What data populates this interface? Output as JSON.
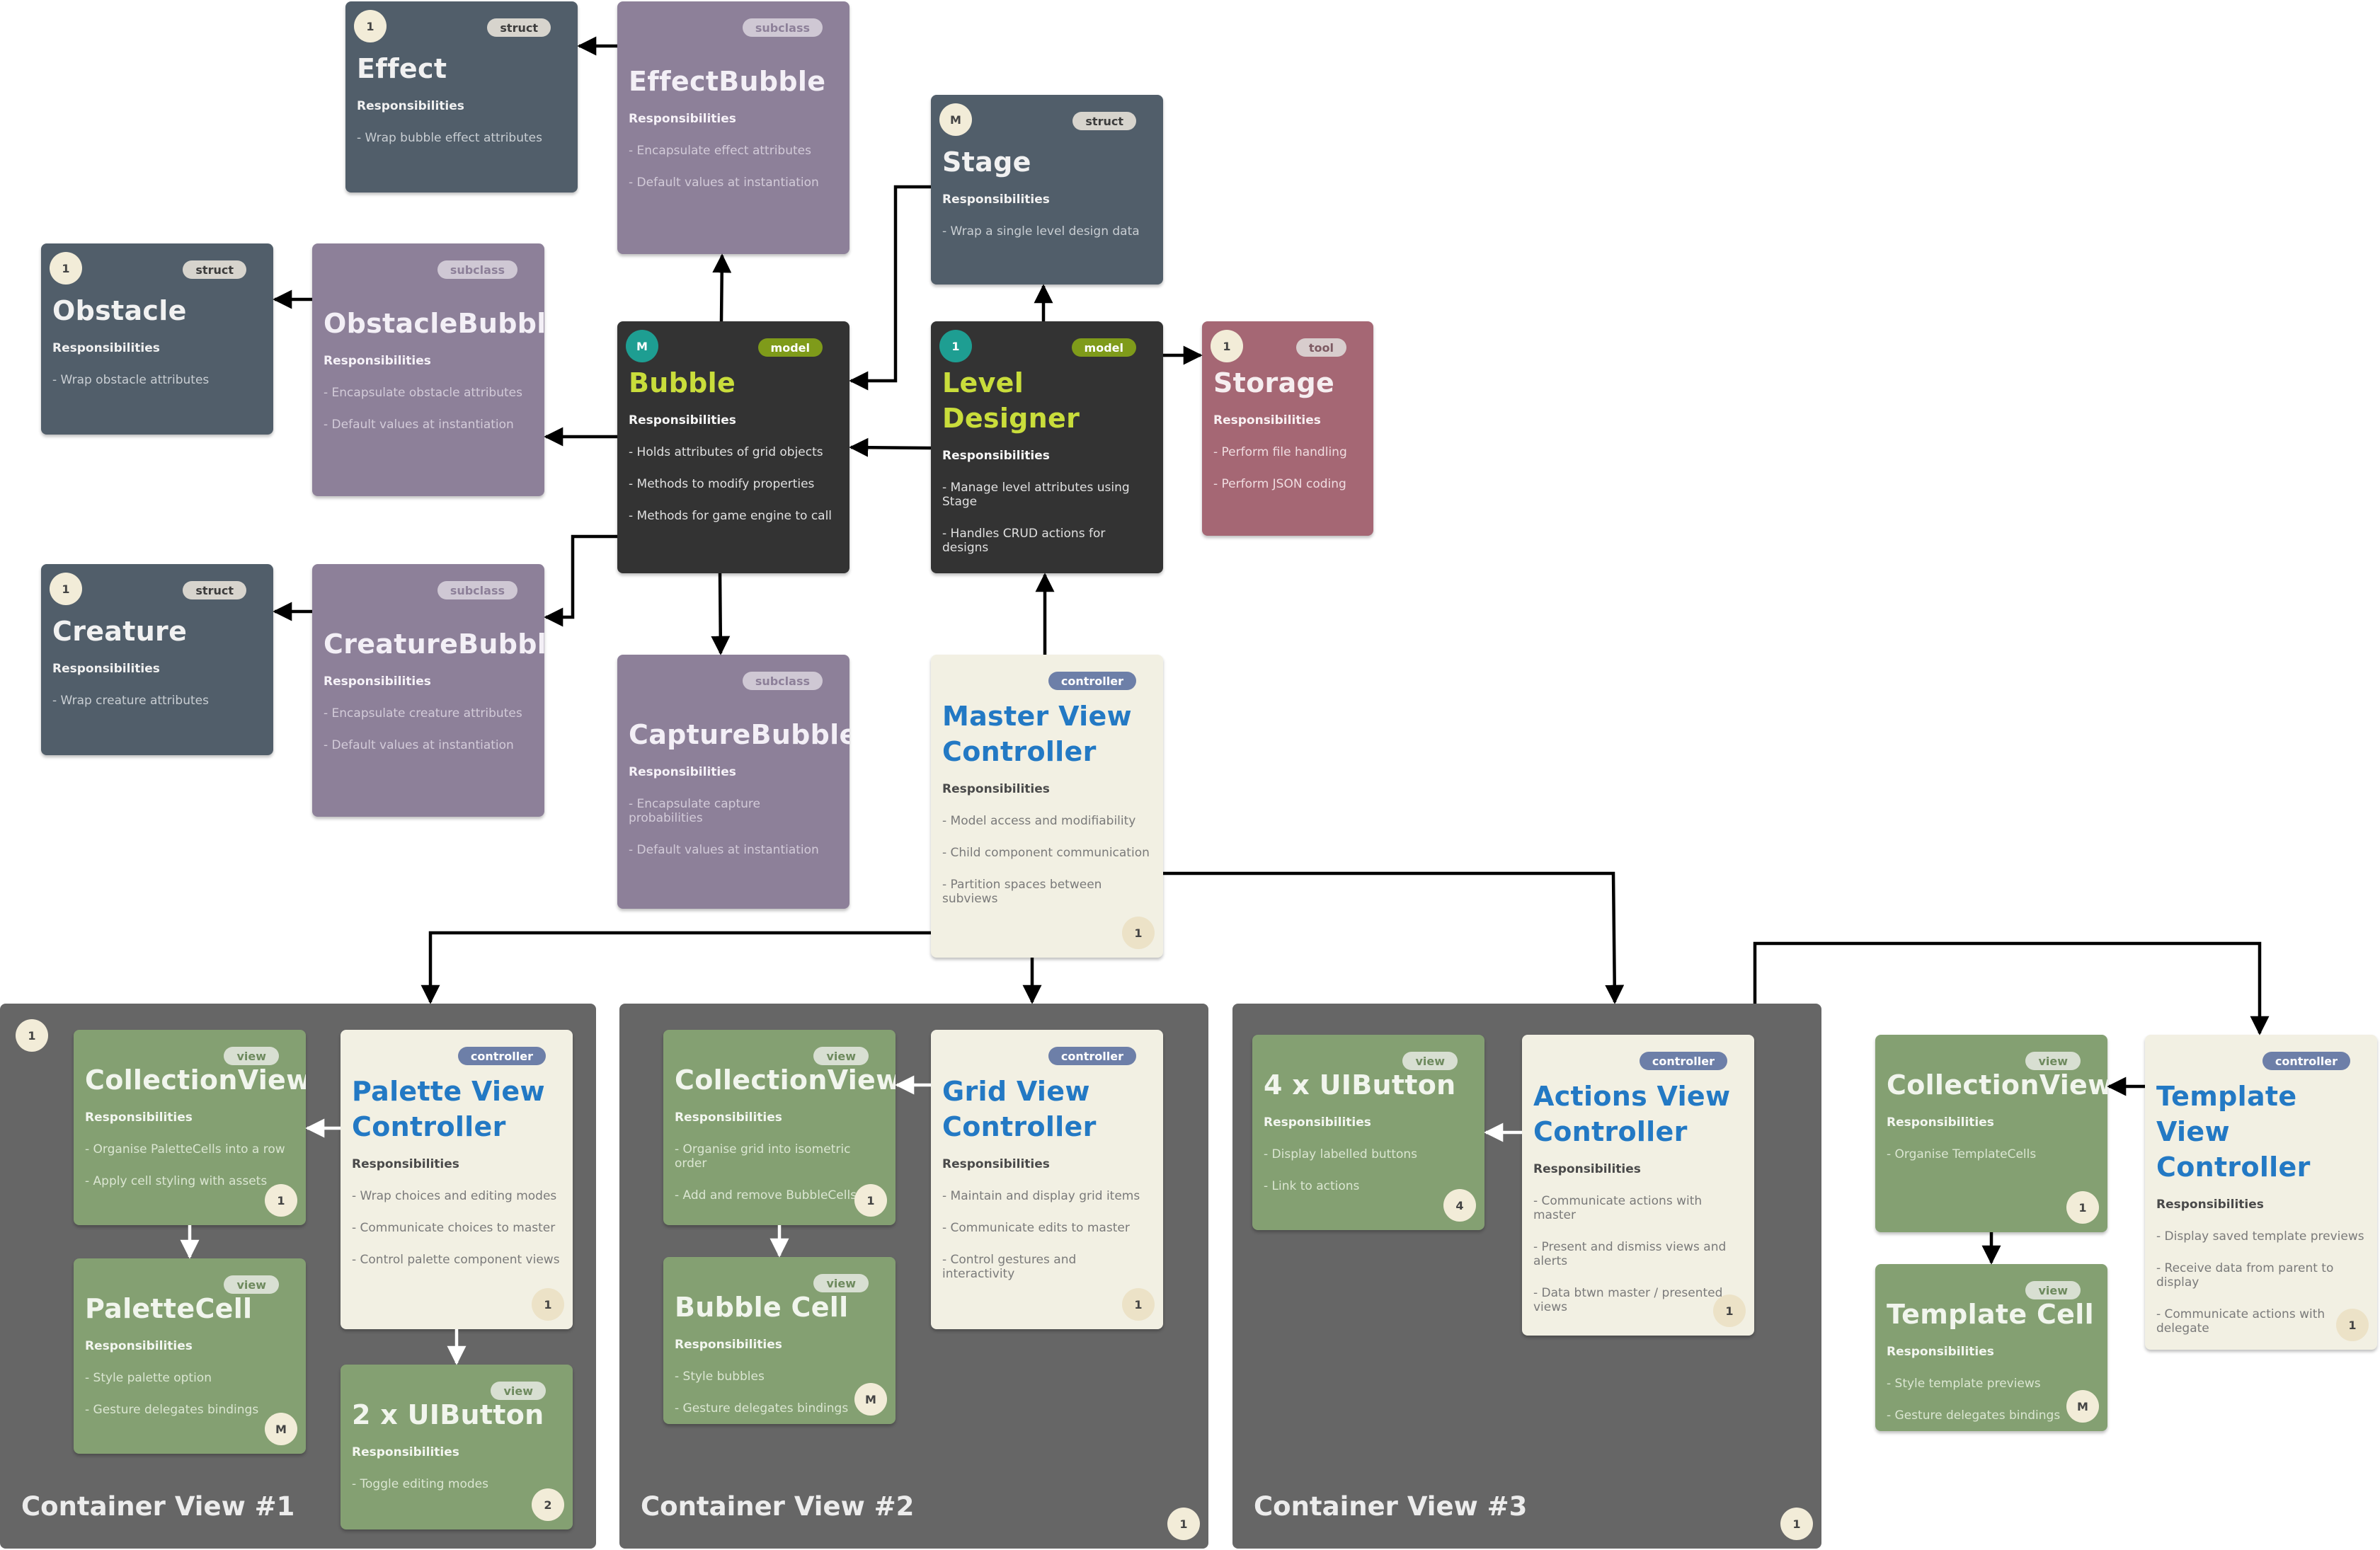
{
  "containers": [
    {
      "key": "c1",
      "title": "Container View #1",
      "badge": "1"
    },
    {
      "key": "c2",
      "title": "Container View #2",
      "badge": "1"
    },
    {
      "key": "c3",
      "title": "Container View #3",
      "badge": "1"
    }
  ],
  "cards": [
    {
      "key": "effect",
      "kind": "struct",
      "tag": "struct",
      "badge": "1",
      "title": [
        "Effect"
      ],
      "resp": "Responsibilities",
      "items": [
        "- Wrap bubble effect attributes"
      ]
    },
    {
      "key": "effectbubble",
      "kind": "subclass",
      "tag": "subclass",
      "title": [
        "EffectBubble"
      ],
      "resp": "Responsibilities",
      "items": [
        "- Encapsulate effect attributes",
        "- Default values at instantiation"
      ]
    },
    {
      "key": "stage",
      "kind": "struct",
      "tag": "struct",
      "badge": "M",
      "title": [
        "Stage"
      ],
      "resp": "Responsibilities",
      "items": [
        "- Wrap a single level design data"
      ]
    },
    {
      "key": "obstacle",
      "kind": "struct",
      "tag": "struct",
      "badge": "1",
      "title": [
        "Obstacle"
      ],
      "resp": "Responsibilities",
      "items": [
        "- Wrap obstacle attributes"
      ]
    },
    {
      "key": "obstaclebubble",
      "kind": "subclass",
      "tag": "subclass",
      "title": [
        "ObstacleBubble"
      ],
      "resp": "Responsibilities",
      "items": [
        "- Encapsulate obstacle attributes",
        "- Default values at instantiation"
      ]
    },
    {
      "key": "bubble",
      "kind": "model",
      "tag": "model",
      "badge": "M",
      "title": [
        "Bubble"
      ],
      "resp": "Responsibilities",
      "items": [
        "- Holds attributes of grid objects",
        "- Methods to modify properties",
        "- Methods for game engine to call"
      ]
    },
    {
      "key": "leveldesigner",
      "kind": "model",
      "tag": "model",
      "badge": "1",
      "title": [
        "Level",
        "Designer"
      ],
      "resp": "Responsibilities",
      "items": [
        "- Manage level attributes using Stage",
        "- Handles CRUD actions for designs"
      ]
    },
    {
      "key": "storage",
      "kind": "tool",
      "tag": "tool",
      "badge": "1",
      "title": [
        "Storage"
      ],
      "resp": "Responsibilities",
      "items": [
        "- Perform file handling",
        "- Perform JSON coding"
      ]
    },
    {
      "key": "creature",
      "kind": "struct",
      "tag": "struct",
      "badge": "1",
      "title": [
        "Creature"
      ],
      "resp": "Responsibilities",
      "items": [
        "- Wrap creature attributes"
      ]
    },
    {
      "key": "creaturebubble",
      "kind": "subclass",
      "tag": "subclass",
      "title": [
        "CreatureBubble"
      ],
      "resp": "Responsibilities",
      "items": [
        "- Encapsulate creature attributes",
        "- Default values at instantiation"
      ]
    },
    {
      "key": "capturebubble",
      "kind": "subclass",
      "tag": "subclass",
      "title": [
        "CaptureBubble"
      ],
      "resp": "Responsibilities",
      "items": [
        "- Encapsulate capture probabilities",
        "- Default values at instantiation"
      ]
    },
    {
      "key": "mastervc",
      "kind": "controller",
      "tag": "controller",
      "badge": "1",
      "title": [
        "Master View",
        "Controller"
      ],
      "resp": "Responsibilities",
      "items": [
        "- Model access and modifiability",
        "- Child component communication",
        "- Partition spaces between subviews"
      ]
    },
    {
      "key": "cv1",
      "kind": "view",
      "tag": "view",
      "badge": "1",
      "title": [
        "CollectionView"
      ],
      "resp": "Responsibilities",
      "items": [
        "- Organise PaletteCells into a row",
        "- Apply cell styling with assets"
      ]
    },
    {
      "key": "palettevc",
      "kind": "controller",
      "tag": "controller",
      "badge": "1",
      "title": [
        "Palette View",
        "Controller"
      ],
      "resp": "Responsibilities",
      "items": [
        "- Wrap choices and editing modes",
        "- Communicate choices to master",
        "- Control palette component views"
      ]
    },
    {
      "key": "palettecell",
      "kind": "view",
      "tag": "view",
      "badge": "M",
      "title": [
        "PaletteCell"
      ],
      "resp": "Responsibilities",
      "items": [
        "- Style palette option",
        "- Gesture delegates bindings"
      ]
    },
    {
      "key": "uibutton2",
      "kind": "view",
      "tag": "view",
      "badge": "2",
      "title": [
        "2 x UIButton"
      ],
      "resp": "Responsibilities",
      "items": [
        "- Toggle editing modes"
      ]
    },
    {
      "key": "cv2",
      "kind": "view",
      "tag": "view",
      "badge": "1",
      "title": [
        "CollectionView"
      ],
      "resp": "Responsibilities",
      "items": [
        "- Organise grid into isometric order",
        "- Add and remove BubbleCells"
      ]
    },
    {
      "key": "gridvc",
      "kind": "controller",
      "tag": "controller",
      "badge": "1",
      "title": [
        "Grid View",
        "Controller"
      ],
      "resp": "Responsibilities",
      "items": [
        "- Maintain and display grid items",
        "- Communicate edits to master",
        "- Control gestures and interactivity"
      ]
    },
    {
      "key": "bubblecell",
      "kind": "view",
      "tag": "view",
      "badge": "M",
      "title": [
        "Bubble Cell"
      ],
      "resp": "Responsibilities",
      "items": [
        "- Style bubbles",
        "- Gesture delegates bindings"
      ]
    },
    {
      "key": "uibutton4",
      "kind": "view",
      "tag": "view",
      "badge": "4",
      "title": [
        "4 x UIButton"
      ],
      "resp": "Responsibilities",
      "items": [
        "- Display labelled buttons",
        "- Link to actions"
      ]
    },
    {
      "key": "actionsvc",
      "kind": "controller",
      "tag": "controller",
      "badge": "1",
      "title": [
        "Actions View",
        "Controller"
      ],
      "resp": "Responsibilities",
      "items": [
        "- Communicate actions with master",
        "- Present and dismiss views and alerts",
        "- Data btwn master / presented views"
      ]
    },
    {
      "key": "cv3",
      "kind": "view",
      "tag": "view",
      "badge": "1",
      "title": [
        "CollectionView"
      ],
      "resp": "Responsibilities",
      "items": [
        "- Organise TemplateCells"
      ]
    },
    {
      "key": "templatevc",
      "kind": "controller",
      "tag": "controller",
      "badge": "1",
      "title": [
        "Template View",
        "Controller"
      ],
      "resp": "Responsibilities",
      "items": [
        "- Display saved template previews",
        "- Receive data from parent to display",
        "- Communicate actions with delegate"
      ]
    },
    {
      "key": "templatecell",
      "kind": "view",
      "tag": "view",
      "badge": "M",
      "title": [
        "Template Cell"
      ],
      "resp": "Responsibilities",
      "items": [
        "- Style template previews",
        "- Gesture delegates bindings"
      ]
    }
  ],
  "colors": {
    "struct": "#515e6a",
    "subclass": "#8d8099",
    "model": "#333333",
    "tool": "#a56774",
    "controller": "#f2f0e3",
    "view": "#84a072",
    "container": "#666666",
    "arrow": "#000000"
  }
}
